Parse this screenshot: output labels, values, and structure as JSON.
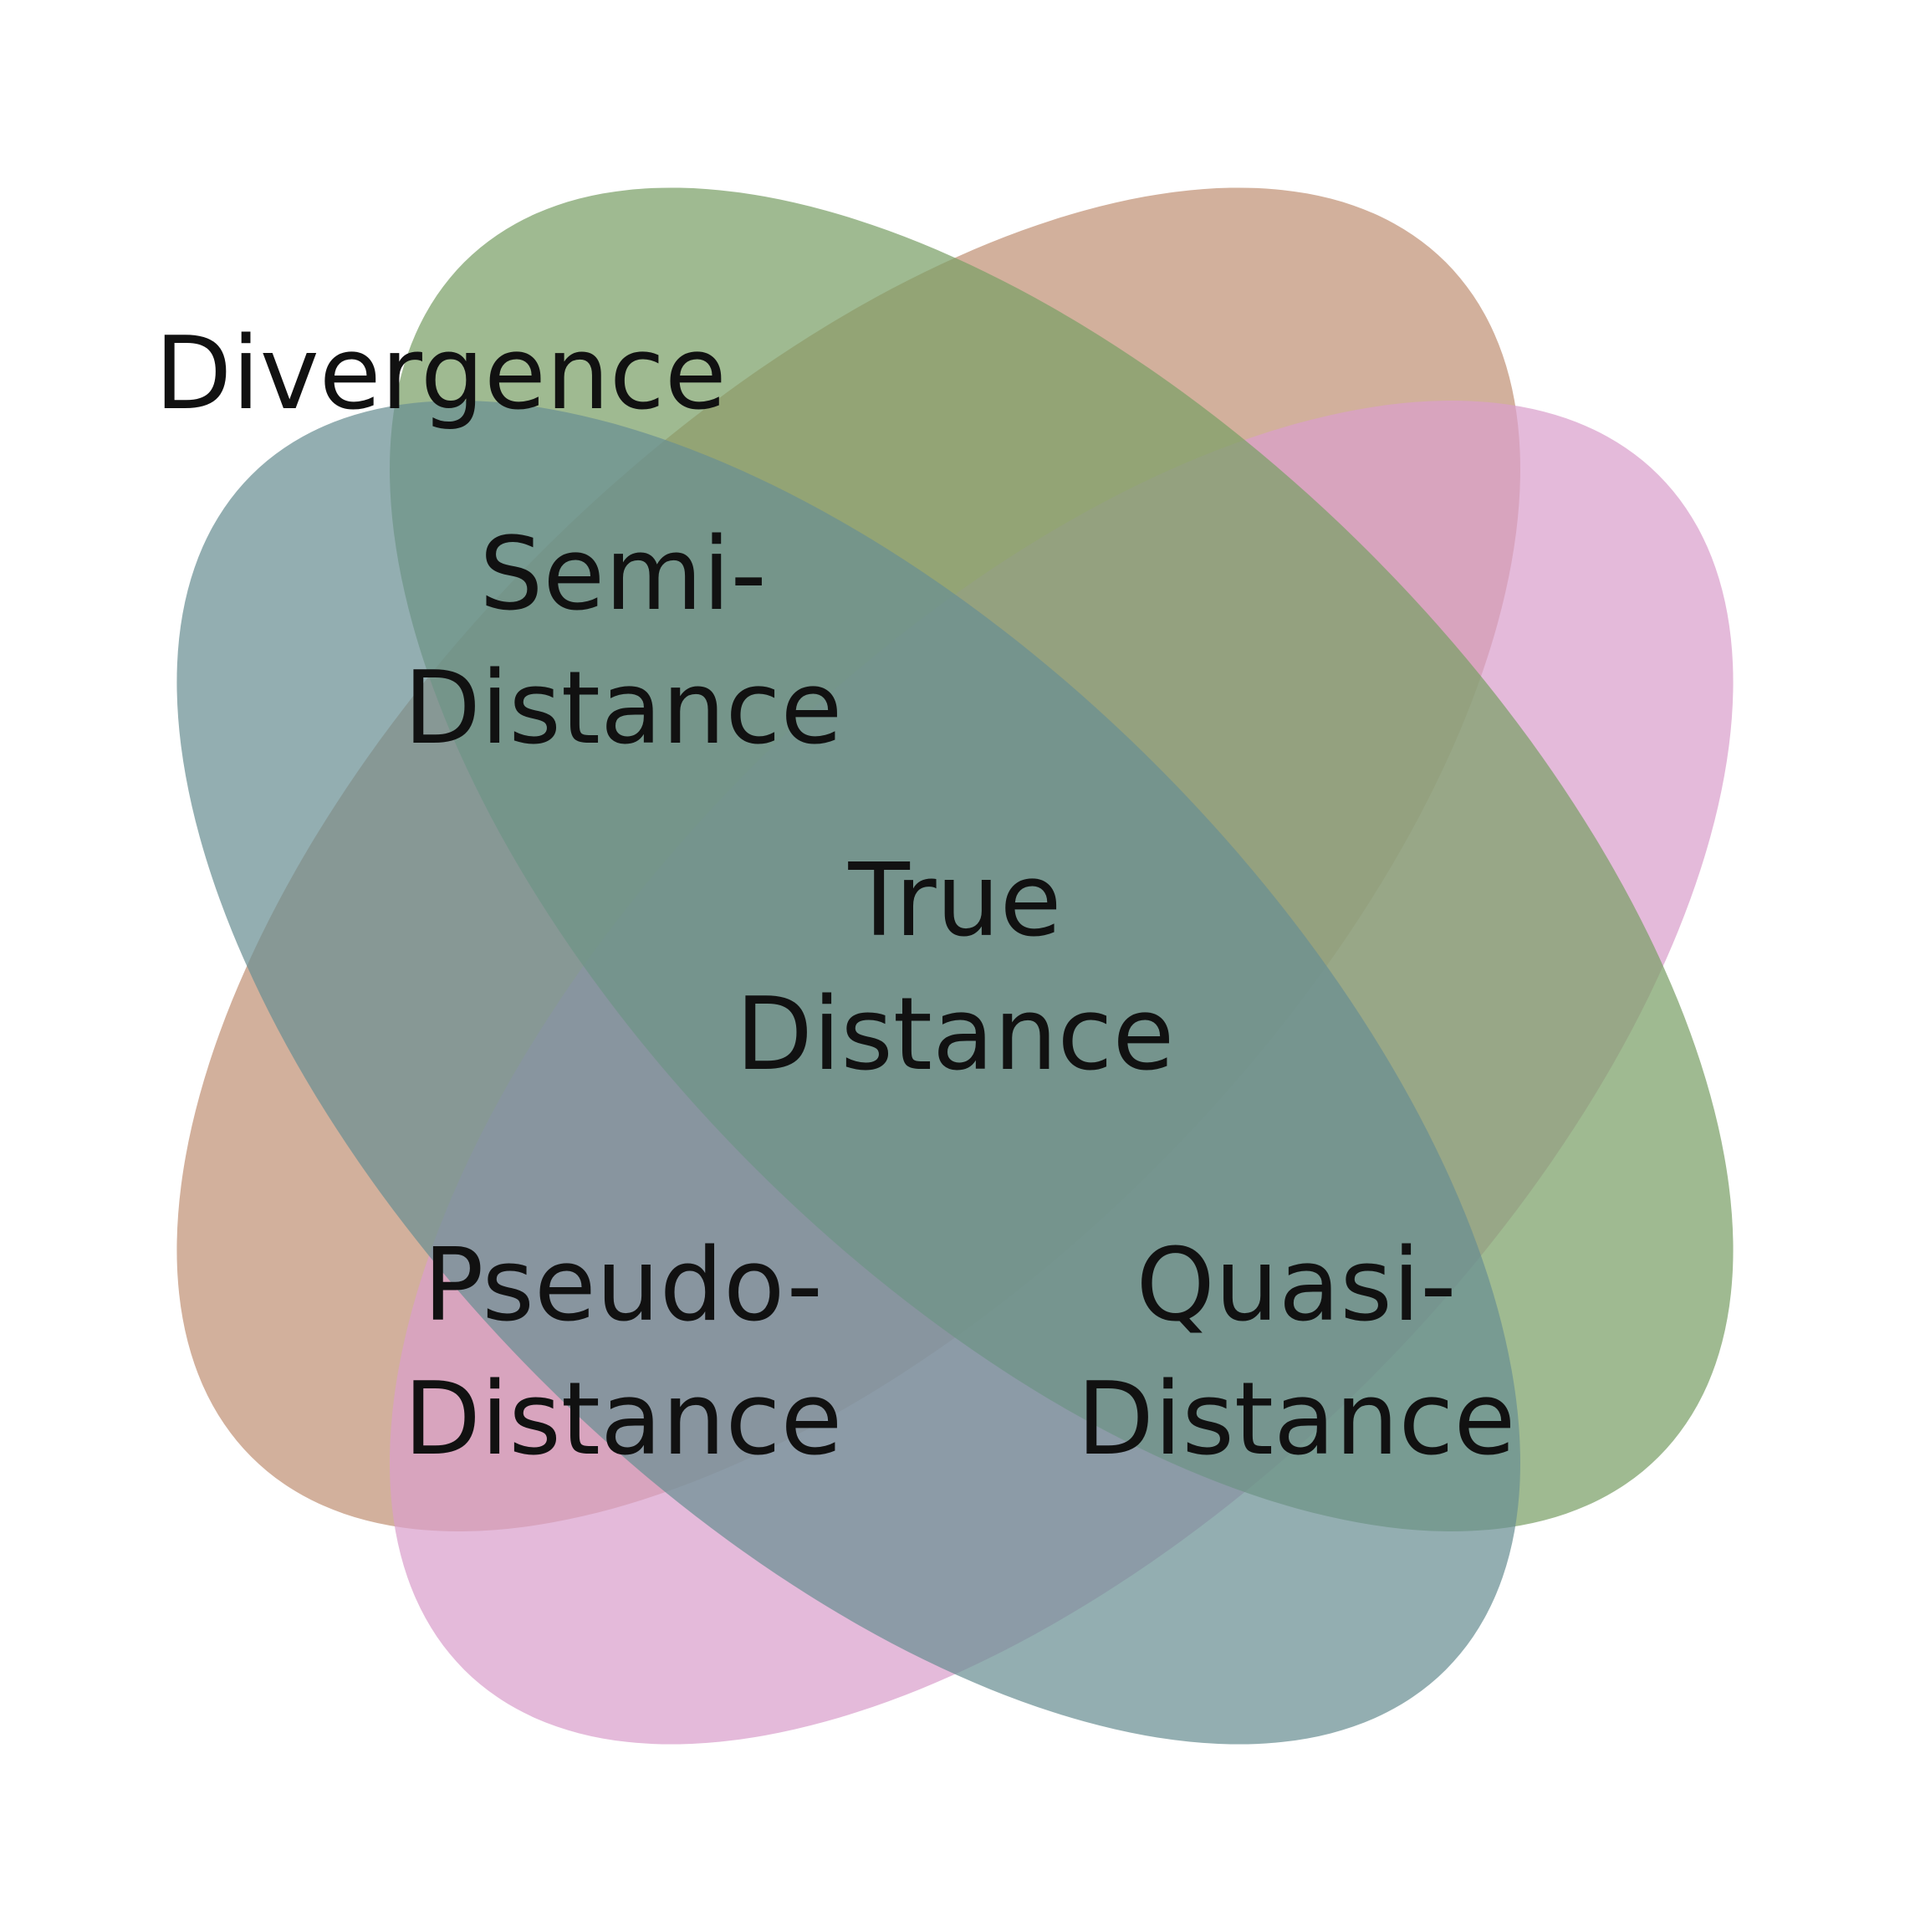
{
  "sets": [
    {
      "key": "teal",
      "color": "#6a8f93"
    },
    {
      "key": "green",
      "color": "#7a9f66"
    },
    {
      "key": "peach",
      "color": "#c19176"
    },
    {
      "key": "pink",
      "color": "#d9a0cc"
    }
  ],
  "fill_opacity": 0.72,
  "labels": {
    "divergence": "Divergence",
    "semi_line1": "Semi-",
    "semi_line2": "Distance",
    "true_line1": "True",
    "true_line2": "Distance",
    "pseudo_line1": "Pseudo-",
    "pseudo_line2": "Distance",
    "quasi_line1": "Quasi-",
    "quasi_line2": "Distance"
  }
}
